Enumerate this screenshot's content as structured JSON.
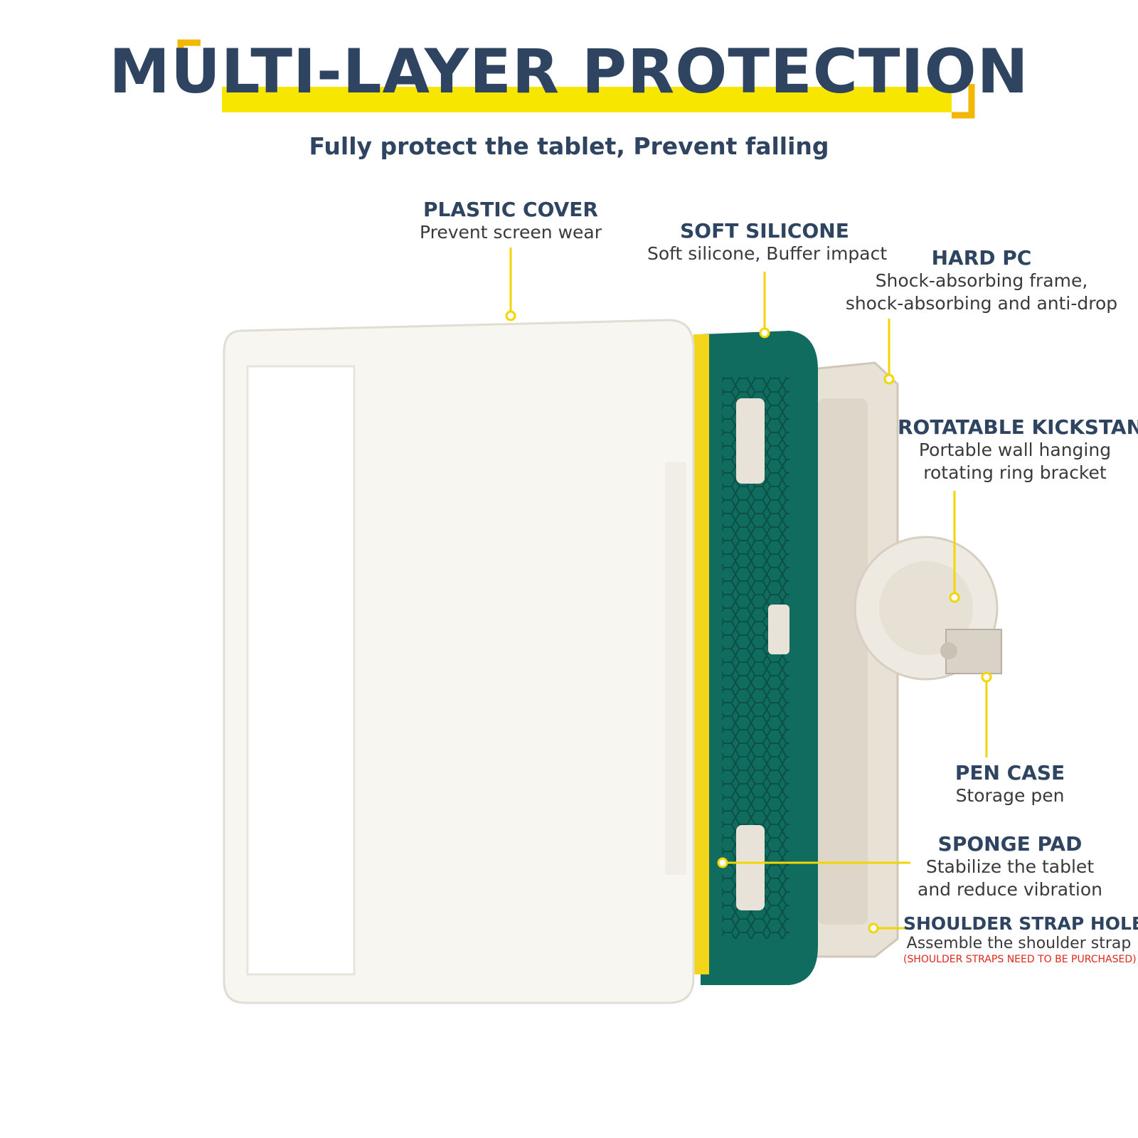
{
  "header": {
    "title": "MULTI-LAYER PROTECTION",
    "subtitle": "Fully protect the tablet, Prevent falling"
  },
  "colors": {
    "title_text": "#2e4460",
    "highlight": "#f7e600",
    "callout_line": "#f2d600",
    "note_red": "#e0261b"
  },
  "callouts": {
    "plastic_cover": {
      "title": "PLASTIC COVER",
      "desc": "Prevent screen wear"
    },
    "soft_silicone": {
      "title": "SOFT SILICONE",
      "desc": "Soft silicone, Buffer impact"
    },
    "hard_pc": {
      "title": "HARD PC",
      "desc_line1": "Shock-absorbing frame,",
      "desc_line2": "shock-absorbing and anti-drop"
    },
    "kickstand": {
      "title": "ROTATABLE KICKSTAND",
      "desc_line1": "Portable wall hanging",
      "desc_line2": "rotating ring bracket"
    },
    "pen_case": {
      "title": "PEN CASE",
      "desc": "Storage pen"
    },
    "sponge_pad": {
      "title": "SPONGE PAD",
      "desc_line1": "Stabilize the tablet",
      "desc_line2": "and reduce vibration"
    },
    "strap_hole": {
      "title": "SHOULDER STRAP HOLE",
      "desc": "Assemble the shoulder strap",
      "note": "(SHOULDER STRAPS NEED TO BE PURCHASED)"
    }
  }
}
